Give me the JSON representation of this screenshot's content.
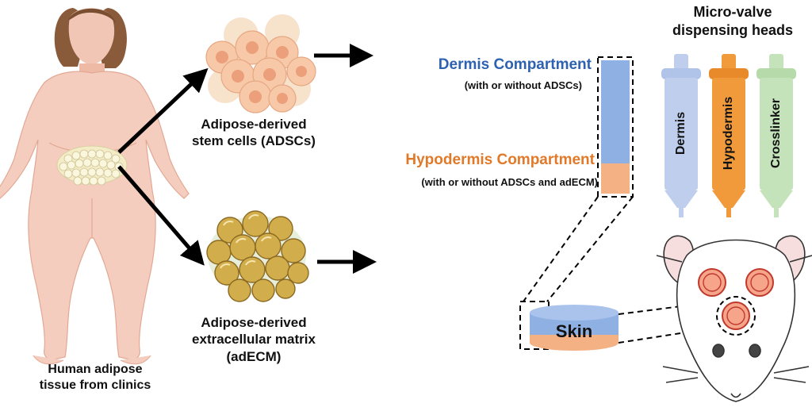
{
  "labels": {
    "human_tissue": [
      "Human adipose",
      "tissue from clinics"
    ],
    "adscs": [
      "Adipose-derived",
      "stem cells (ADSCs)"
    ],
    "adecm": [
      "Adipose-derived",
      "extracellular matrix",
      "(adECM)"
    ],
    "heads_title": [
      "Micro-valve",
      "dispensing heads"
    ],
    "dermis_compartment": "Dermis Compartment",
    "dermis_note": "(with or without ADSCs)",
    "hypodermis_compartment": "Hypodermis Compartment",
    "hypodermis_note": "(with or without ADSCs and adECM)",
    "syringe_dermis": "Dermis",
    "syringe_hypodermis": "Hypodermis",
    "syringe_crosslinker": "Crosslinker",
    "skin": "Skin"
  },
  "colors": {
    "dermis": "#2e62b0",
    "hypodermis": "#e07a2a",
    "dermis_fill": "#8fb0e3",
    "hypodermis_fill": "#f3b184",
    "syringe_dermis": "#b7c9ea",
    "syringe_hypodermis": "#f09a3c",
    "syringe_crosslinker": "#bfe0b4"
  }
}
